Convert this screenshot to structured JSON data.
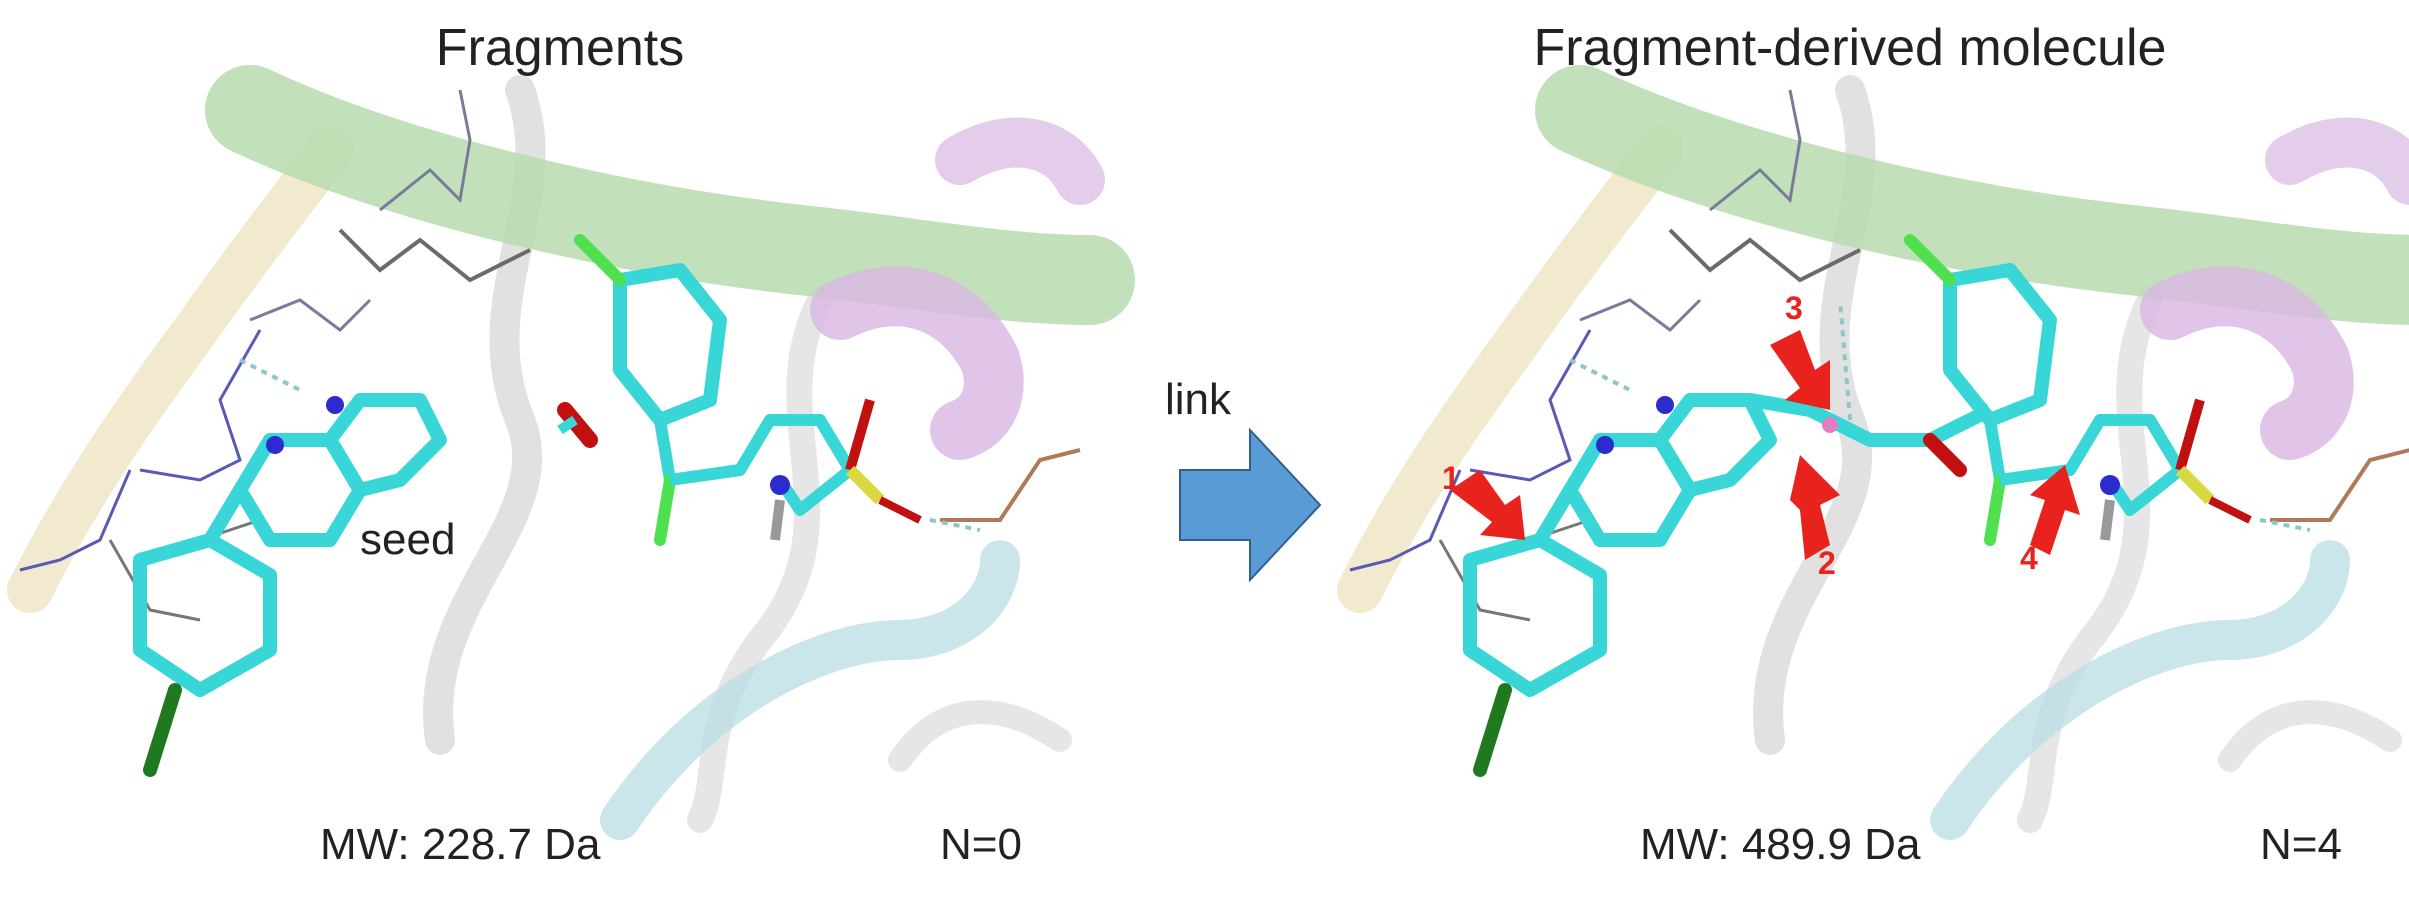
{
  "left_panel": {
    "title": "Fragments",
    "mw": "MW: 228.7 Da",
    "n": "N=0",
    "seed_label": "seed"
  },
  "right_panel": {
    "title": "Fragment-derived molecule",
    "mw": "MW: 489.9 Da",
    "n": "N=4",
    "markers": [
      "1",
      "2",
      "3",
      "4"
    ]
  },
  "arrow": {
    "label": "link",
    "color": "#5b9bd5"
  },
  "colors": {
    "ligand": "#38d6d6",
    "marker_arrow": "#e8231e",
    "ribbon_green": "#b7dcae",
    "ribbon_yellow": "#efe6c6",
    "ribbon_purple": "#d9b6e3",
    "ribbon_teal": "#b9dde3",
    "coil_gray": "#d9d9d9"
  }
}
